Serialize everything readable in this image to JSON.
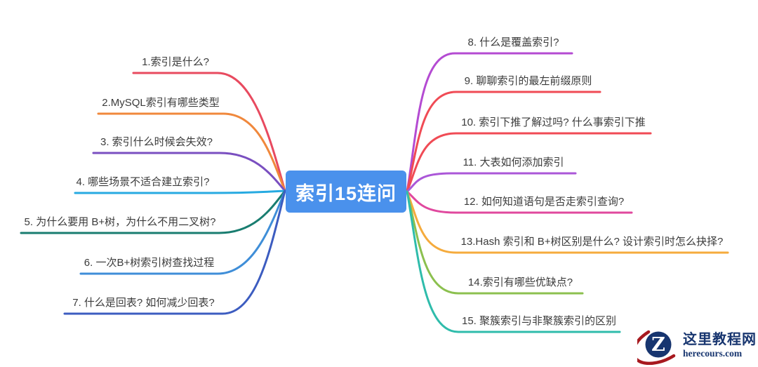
{
  "center": {
    "label": "索引15连问",
    "bg_color": "#4a91ec",
    "text_color": "#ffffff"
  },
  "label_text_color": "#3b3b3b",
  "branches": {
    "left": [
      {
        "label": "1.索引是什么?",
        "color": "#e84a5f"
      },
      {
        "label": "2.MySQL索引有哪些类型",
        "color": "#f0883c"
      },
      {
        "label": "3. 索引什么时候会失效?",
        "color": "#7a4fc0"
      },
      {
        "label": "4. 哪些场景不适合建立索引?",
        "color": "#27aae1"
      },
      {
        "label": "5. 为什么要用 B+树，为什么不用二叉树?",
        "color": "#197d70"
      },
      {
        "label": "6. 一次B+树索引树查找过程",
        "color": "#3f8ed8"
      },
      {
        "label": "7. 什么是回表? 如何减少回表?",
        "color": "#3c5cc0"
      }
    ],
    "right": [
      {
        "label": "8. 什么是覆盖索引?",
        "color": "#b44bd2"
      },
      {
        "label": "9. 聊聊索引的最左前缀原则",
        "color": "#f04b55"
      },
      {
        "label": "10. 索引下推了解过吗? 什么事索引下推",
        "color": "#f04b55"
      },
      {
        "label": "11. 大表如何添加索引",
        "color": "#ab57d8"
      },
      {
        "label": "12. 如何知道语句是否走索引查询?",
        "color": "#e0489e"
      },
      {
        "label": "13.Hash 索引和 B+树区别是什么? 设计索引时怎么抉择?",
        "color": "#f5ab3d"
      },
      {
        "label": "14.索引有哪些优缺点?",
        "color": "#8cc04f"
      },
      {
        "label": "15. 聚簇索引与非聚簇索引的区别",
        "color": "#2fbcab"
      }
    ]
  },
  "logo": {
    "monogram": "Z",
    "title": "这里教程网",
    "domain": "herecours.com",
    "navy": "#17356f",
    "red": "#a7191f"
  }
}
